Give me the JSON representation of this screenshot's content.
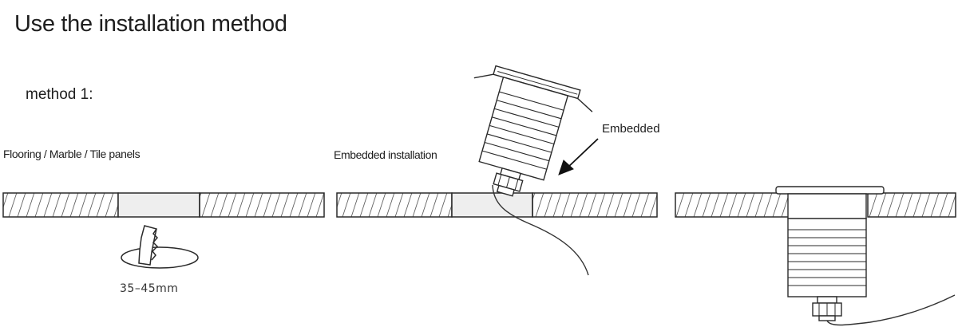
{
  "title": "Use the installation method",
  "method_label": "method 1:",
  "panel_label": "Flooring / Marble / Tile panels",
  "embedded_installation_label": "Embedded installation",
  "embedded_label": "Embedded",
  "depth_label": "35–45mm",
  "colors": {
    "line": "#2a2a2a",
    "hatch": "#444444",
    "hole": "#eeeeee"
  }
}
